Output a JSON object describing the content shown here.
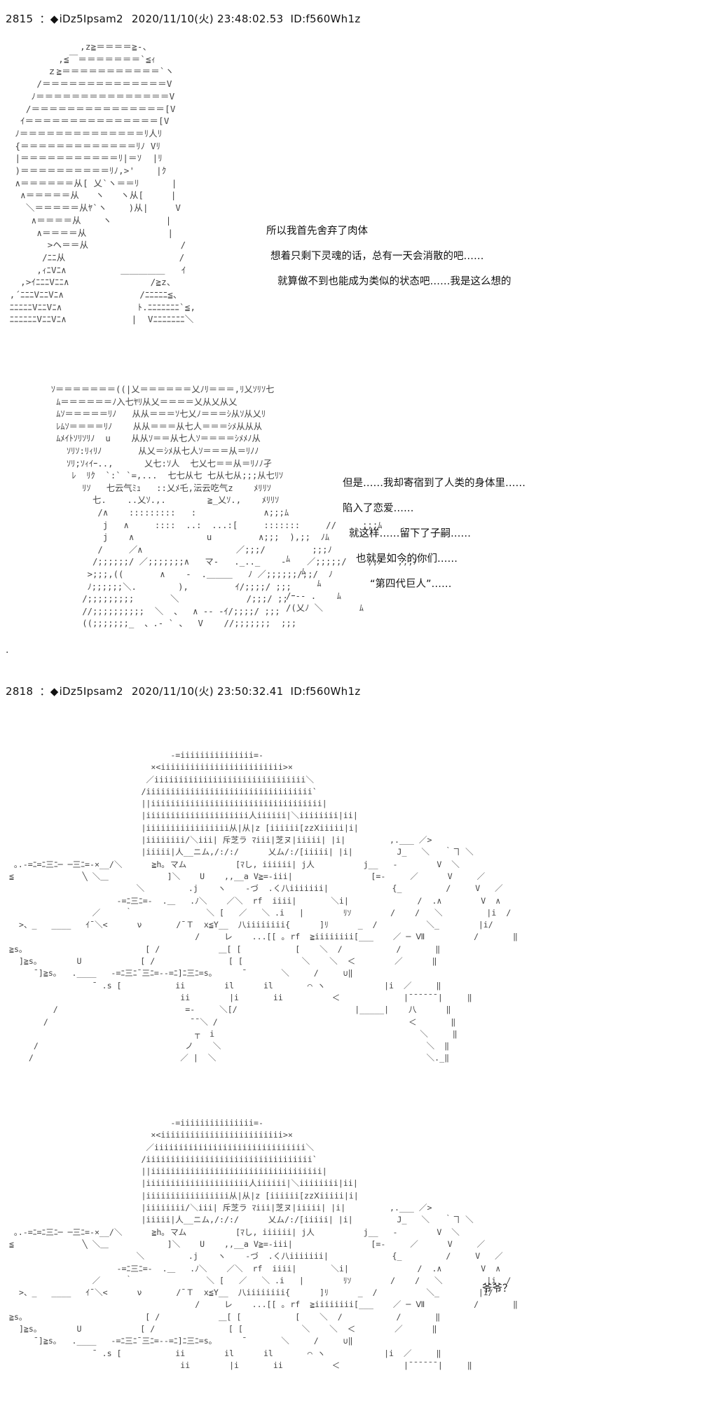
{
  "posts": [
    {
      "number": "2815",
      "marker": "◆",
      "trip": "iDz5Ipsam2",
      "datetime": "2020/11/10(火) 23:48:02.53",
      "id": "ID:f560Wh1z",
      "art_upper": "              ,z≧＝＝＝＝≧-、\n          ,≦￣＝＝＝＝＝＝＝`≦ｨ\n        ｚ≧＝＝＝＝＝＝＝＝＝＝＝`ヽ\n      /＝＝＝＝＝＝＝＝＝＝＝＝＝＝V\n     ﾉ＝＝＝＝＝＝＝＝＝＝＝＝＝＝＝V\n    /＝＝＝＝＝＝＝＝＝＝＝＝＝＝＝[V\n   ｲ＝＝＝＝＝＝＝＝＝＝＝＝＝＝＝[V\n  ﾉ＝＝＝＝＝＝＝＝＝＝＝＝＝＝ﾘ人ﾘ\n  {＝＝＝＝＝＝＝＝＝＝＝＝＝ﾘﾉ Vﾘ\n  |＝＝＝＝＝＝＝＝＝＝＝ﾘ|＝ｿ  |ﾘ\n  )＝＝＝＝＝＝＝＝＝＝ﾘﾉ,>'    |ｸ\n  ∧＝＝＝＝＝＝从[ 乂`ヽ＝＝ﾘ      |\n   ∧＝＝＝＝＝从   ヽ   ヽ从[     |\n    ＼＝＝＝＝＝从ﾔ`ヽ    )从|     V\n     ∧＝＝＝＝从    ヽ          |\n      ∧＝＝＝＝从               |\n        >ヘ＝＝从                 /\n       /ﾆﾆ从                     /\n      ,ｨﾆVﾆ∧          ＿＿＿＿＿   ｲ\n   ,>ｲﾆﾆﾆVﾆﾆ∧               /≧z、\n ,´ﾆﾆﾆVﾆﾆVﾆ∧              /ﾆﾆﾆﾆﾆ≦、\n ﾆﾆﾆﾆﾆVﾆﾆVﾆ∧              ﾄ.ﾆﾆﾆﾆﾆﾆﾆ`≦,\n ﾆﾆﾆﾆﾆﾆVﾆﾆVﾆ∧            |  Vﾆﾆﾆﾆﾆﾆﾆ＼",
      "art_lower": "  ｿ＝＝＝＝＝＝＝((|乂＝＝＝＝＝＝乂ﾉﾘ＝＝＝,ﾘ乂ｿﾘｿ七\n   ﾑ＝＝＝＝＝＝ﾉ入七ﾔﾘ从乂＝＝＝＝乂从乂从乂\n   ﾑｿ＝＝＝＝＝ﾘﾉ   从从＝＝＝ｿ七乂ﾉ＝＝＝ｼ从ｿ从乂ﾘ\n   ﾚﾑｿ＝＝＝＝ﾘﾉ    从从＝＝＝从七人＝＝＝ｼﾒ从从从\n   ﾑﾒｲﾄｿﾘｿﾘﾉ  u    从从ｿ＝＝从七人ｿ＝＝＝＝ｼﾒﾒﾉ从\n     ｿﾘｿ:ﾘｨﾘﾉ       从乂＝ｼﾒ从七人ｿ＝＝＝从＝ﾘﾉﾉ\n     ｿﾘ;ｿｨｲｰ..,      乂七:ｿ人  七乂七＝＝从＝ﾘﾉﾉ孑\n      ﾚ  ﾘｸ  `:` `=,...  七七从七 七从七从;;;从七ﾘｿ\n        ﾘｿ   七云气ﾐｭ   ::乂ﾒ乇,沄云吃气z    ﾒﾘﾘｿ\n          七.    ..乂ｿ.,.        ≧_乂ｿ.,    ﾒﾘﾘｿ\n           /∧    :::::::::   :             ∧;;;ﾑ\n            j   ∧     ::::  ..:  ...:[     :::::::     //     ;;;ﾑ\n            j    ∧              u         ∧;;;  ),;;  ﾉﾑ\n           /     ／∧                  ／;;;/         ;;;ﾉ\n          /;;;;;;/ ／;;;;;;;∧   マ-   ._.._    -    ／;;;;;/    ;;ﾉ   ;;;ﾉ\n         >;;;,((       ∧    -  .＿＿＿   ﾉ ／;;;;;;/;;/  ﾉ\n         ﾉ;;;;;;＼.        ),         ｲ/;;;;/ ;;;\n        /;;;;;;;;;       ＼             /;;;/ ;;\n        //;;;;;;;;;;  ＼  、  ∧ -- -ｲ/;;;;/ ;;;\n        ((;;;;;;;_  、.- ` 、  V    //;;;;;;;  ;;;",
      "dialog": [
        "所以我首先舍弃了肉体",
        "想着只剩下灵魂的话，总有一天会消散的吧……",
        "就算做不到也能成为类似的状态吧……我是这么想的",
        "但是……我却寄宿到了人类的身体里……",
        "陷入了恋爱……",
        "就这样……留下了子嗣……",
        "也就是如今的你们……",
        "“第四代巨人”……"
      ],
      "side_marks": "ﾑ\n   ﾑ\n      ﾑ\n/ｰ-- .    ﾑ\n/(乂ﾉ ＼       ﾑ"
    },
    {
      "number": "2818",
      "marker": "◆",
      "trip": "iDz5Ipsam2",
      "datetime": "2020/11/10(火) 23:50:32.41",
      "id": "ID:f560Wh1z",
      "art_upper": "                                  -=iiiiiiiiiiiiiii=-\n                              ×<iiiiiiiiiiiiiiiiiiiiiiiii>×\n                             ／iiiiiiiiiiiiiiiiiiiiiiiiiiiiiii＼\n                            /iiiiiiiiiiiiiiiiiiiiiiiiiiiiiiiiii`\n                            ||iiiiiiiiiiiiiiiiiiiiiiiiiiiiiiiiiii|\n                            |iiiiiiiiiiiiiiiiiiiii人iiiiii|＼iiiiiiii|ii|\n                            |iiiiiiiiiiiiiiiii从|从|z [iiiiii[zzⅩiiiii|i|\n                            |iiiiiiii/＼iii| 斥芝ラ ﾏiii|芝ヌ|iiiii| |i|         ,.___ ／>\n                            |iiiii|人__ニム,/:/:/      乂ム/:/[iiiii| |i|         J_   ＼   ｀ヿ ＼\n  ｡.-=ﾆ=ﾆ三ﾆ─ ─三ﾆ=-×__/＼      ≧h｡ マム          [ﾏし, iiiiii| j人          j__   -        V  ＼\n ≦              ╲ ＼＿            ]＼    U    ,,__a V≧=-iii|                [=-     ／      V     ／\n                           ＼         .j    ヽ    ‐づ  .く八iiiiiii|             {_         /     V   ／\n                       -=ﾆ三ﾆ=-  .＿   .ﾉ＼    ／＼  rf  iiii|       ＼i|              /  .∧        V  ∧\n                  ／     ｀               ＼ [   ／   ＼ .i   |        ﾘｿ        /    /   ＼         |i  /\n   >、_   ____   ｲ¯＼<      ν       /¯Ｔ  x≦Y__  八iiiiiiii{      ]ﾘ      _  /          ＼_        |i/\n                                       /     レ    ...[[ ｡ rf  ≧iiiiiiii[___    ／ ─ Ⅶ          /       ‖\n ≧s｡                         [ /            ＿[ [           [    ＼  /           /       ‖\n   ]≧s｡        U            [ /               [ [            ＼    ＼  ＜        ／      ‖\n      ¯]≧s｡   .____   -=ﾆ三ﾆ¯三ﾆ=--=ﾆ]ﾆ三ﾆ=s｡      ¯       ＼     /     ∪‖\n                  ¯ .s [           ii        il      il       ⌒ ヽ            |i  ／     ‖\n                                    ii        |i       ii          ＜             |¯¯¯¯¯¯|     ‖\n          /                          =-     ＼[/                        |_____|    八      ‖\n        /                             ¯¯＼ /                                       ＜       ‖\n                                       ┬  i                                          ＼     ‖\n      /                              ノ    ＼                                          ＼  ‖\n     /                              ／ |  ＼                                           ＼._‖",
      "art_lower": "                                  -=iiiiiiiiiiiiiii=-\n                              ×<iiiiiiiiiiiiiiiiiiiiiiiii>×\n                             ／iiiiiiiiiiiiiiiiiiiiiiiiiiiiiii＼\n                            /iiiiiiiiiiiiiiiiiiiiiiiiiiiiiiiiii`\n                            ||iiiiiiiiiiiiiiiiiiiiiiiiiiiiiiiiiii|\n                            |iiiiiiiiiiiiiiiiiiiii人iiiiii|＼iiiiiiii|ii|\n                            |iiiiiiiiiiiiiiiii从|从|z [iiiiii[zzⅩiiiii|i|\n                            |iiiiiiii/＼iii| 斥芝ラ ﾏiii|芝ヌ|iiiii| |i|         ,.___ ／>\n                            |iiiii|人__ニム,/:/:/      乂ム/:/[iiiii| |i|         J_   ＼   ｀ヿ ＼\n  ｡.-=ﾆ=ﾆ三ﾆ─ ─三ﾆ=-×__/＼      ≧h｡ マム          [ﾏし, iiiiii| j人          j__   -        V  ＼\n ≦              ╲ ＼＿            ]＼    U    ,,__a V≧=-iii|                [=-     ／      V     ／\n                           ＼         .j    ヽ    ‐づ  .く八iiiiiii|             {_         /     V   ／\n                       -=ﾆ三ﾆ=-  .＿   .ﾉ＼    ／＼  rf  iiii|       ＼i|              /  .∧        V  ∧\n                  ／     ｀               ＼ [   ／   ＼ .i   |        ﾘｿ        /    /   ＼         |i  /\n   >、_   ____   ｲ¯＼<      ν       /¯Ｔ  x≦Y__  八iiiiiiii{      ]ﾘ      _  /          ＼_        |i/\n                                       /     レ    ...[[ ｡ rf  ≧iiiiiiii[___    ／ ─ Ⅶ          /       ‖\n ≧s｡                         [ /            ＿[ [           [    ＼  /           /       ‖\n   ]≧s｡        U            [ /               [ [            ＼    ＼  ＜        ／      ‖\n      ¯]≧s｡   .____   -=ﾆ三ﾆ¯三ﾆ=--=ﾆ]ﾆ三ﾆ=s｡      ¯       ＼     /     ∪‖\n                  ¯ .s [           ii        il      il       ⌒ ヽ            |i  ／     ‖\n                                    ii        |i       ii          ＜             |¯¯¯¯¯¯|     ‖",
      "dialog": [
        "爷爷？"
      ]
    }
  ],
  "separator": "."
}
